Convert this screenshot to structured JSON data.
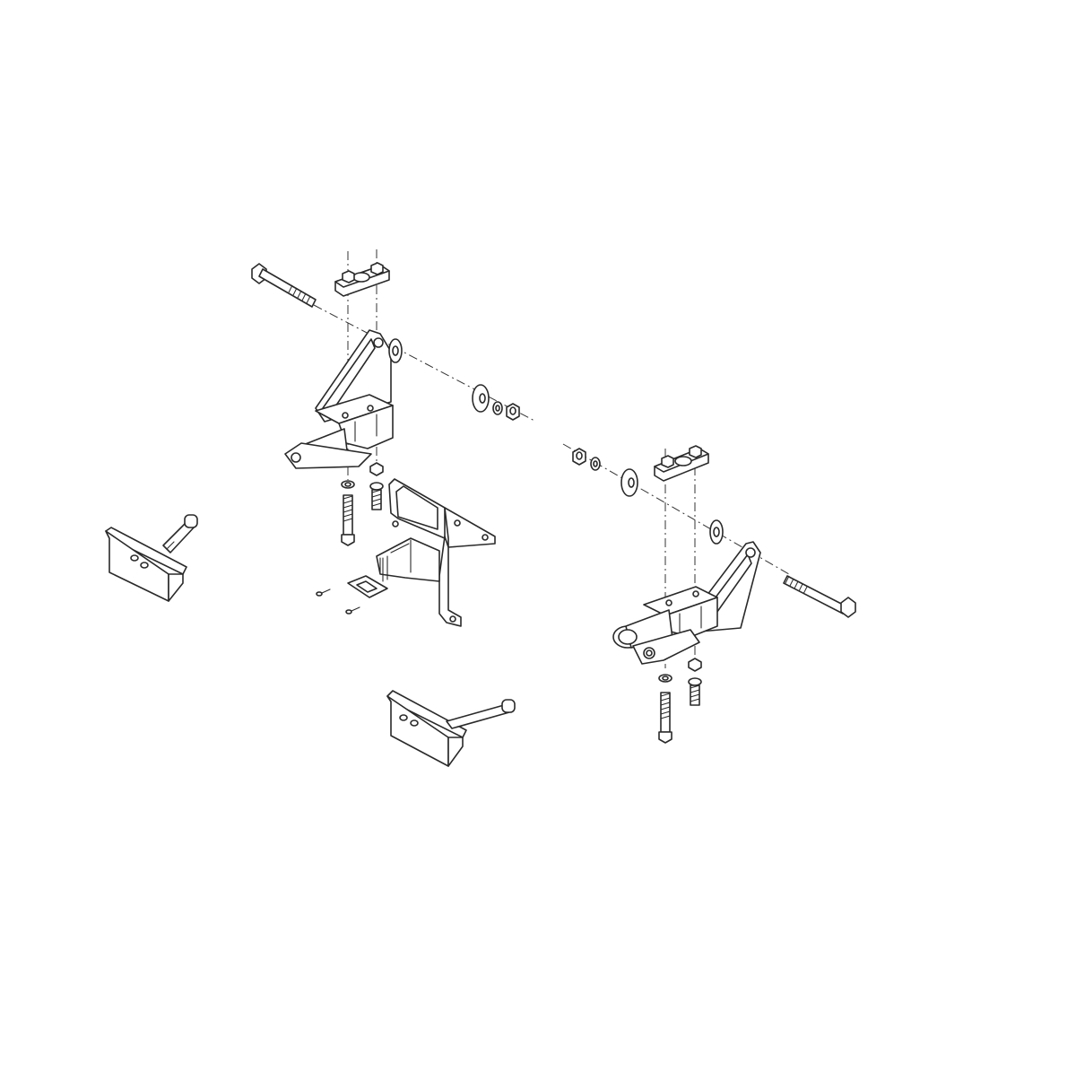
{
  "diagram": {
    "type": "exploded-assembly-line-drawing",
    "background": "#ffffff",
    "line_color": "#2a2a2a",
    "parts": [
      "long-bolt-left",
      "top-plate-left",
      "mount-bracket-left",
      "washer-left-a",
      "washer-left-b",
      "lock-washer-left",
      "nut-left",
      "carriage-bolt-left-a",
      "carriage-bolt-left-b",
      "center-bracket",
      "small-plate",
      "screw-a",
      "screw-b",
      "pin-bracket-left",
      "pin-bracket-bottom",
      "nut-right",
      "lock-washer-right",
      "washer-right-a",
      "top-plate-right",
      "washer-right-b",
      "mount-bracket-right",
      "long-bolt-right",
      "carriage-bolt-right-a",
      "carriage-bolt-right-b"
    ]
  }
}
